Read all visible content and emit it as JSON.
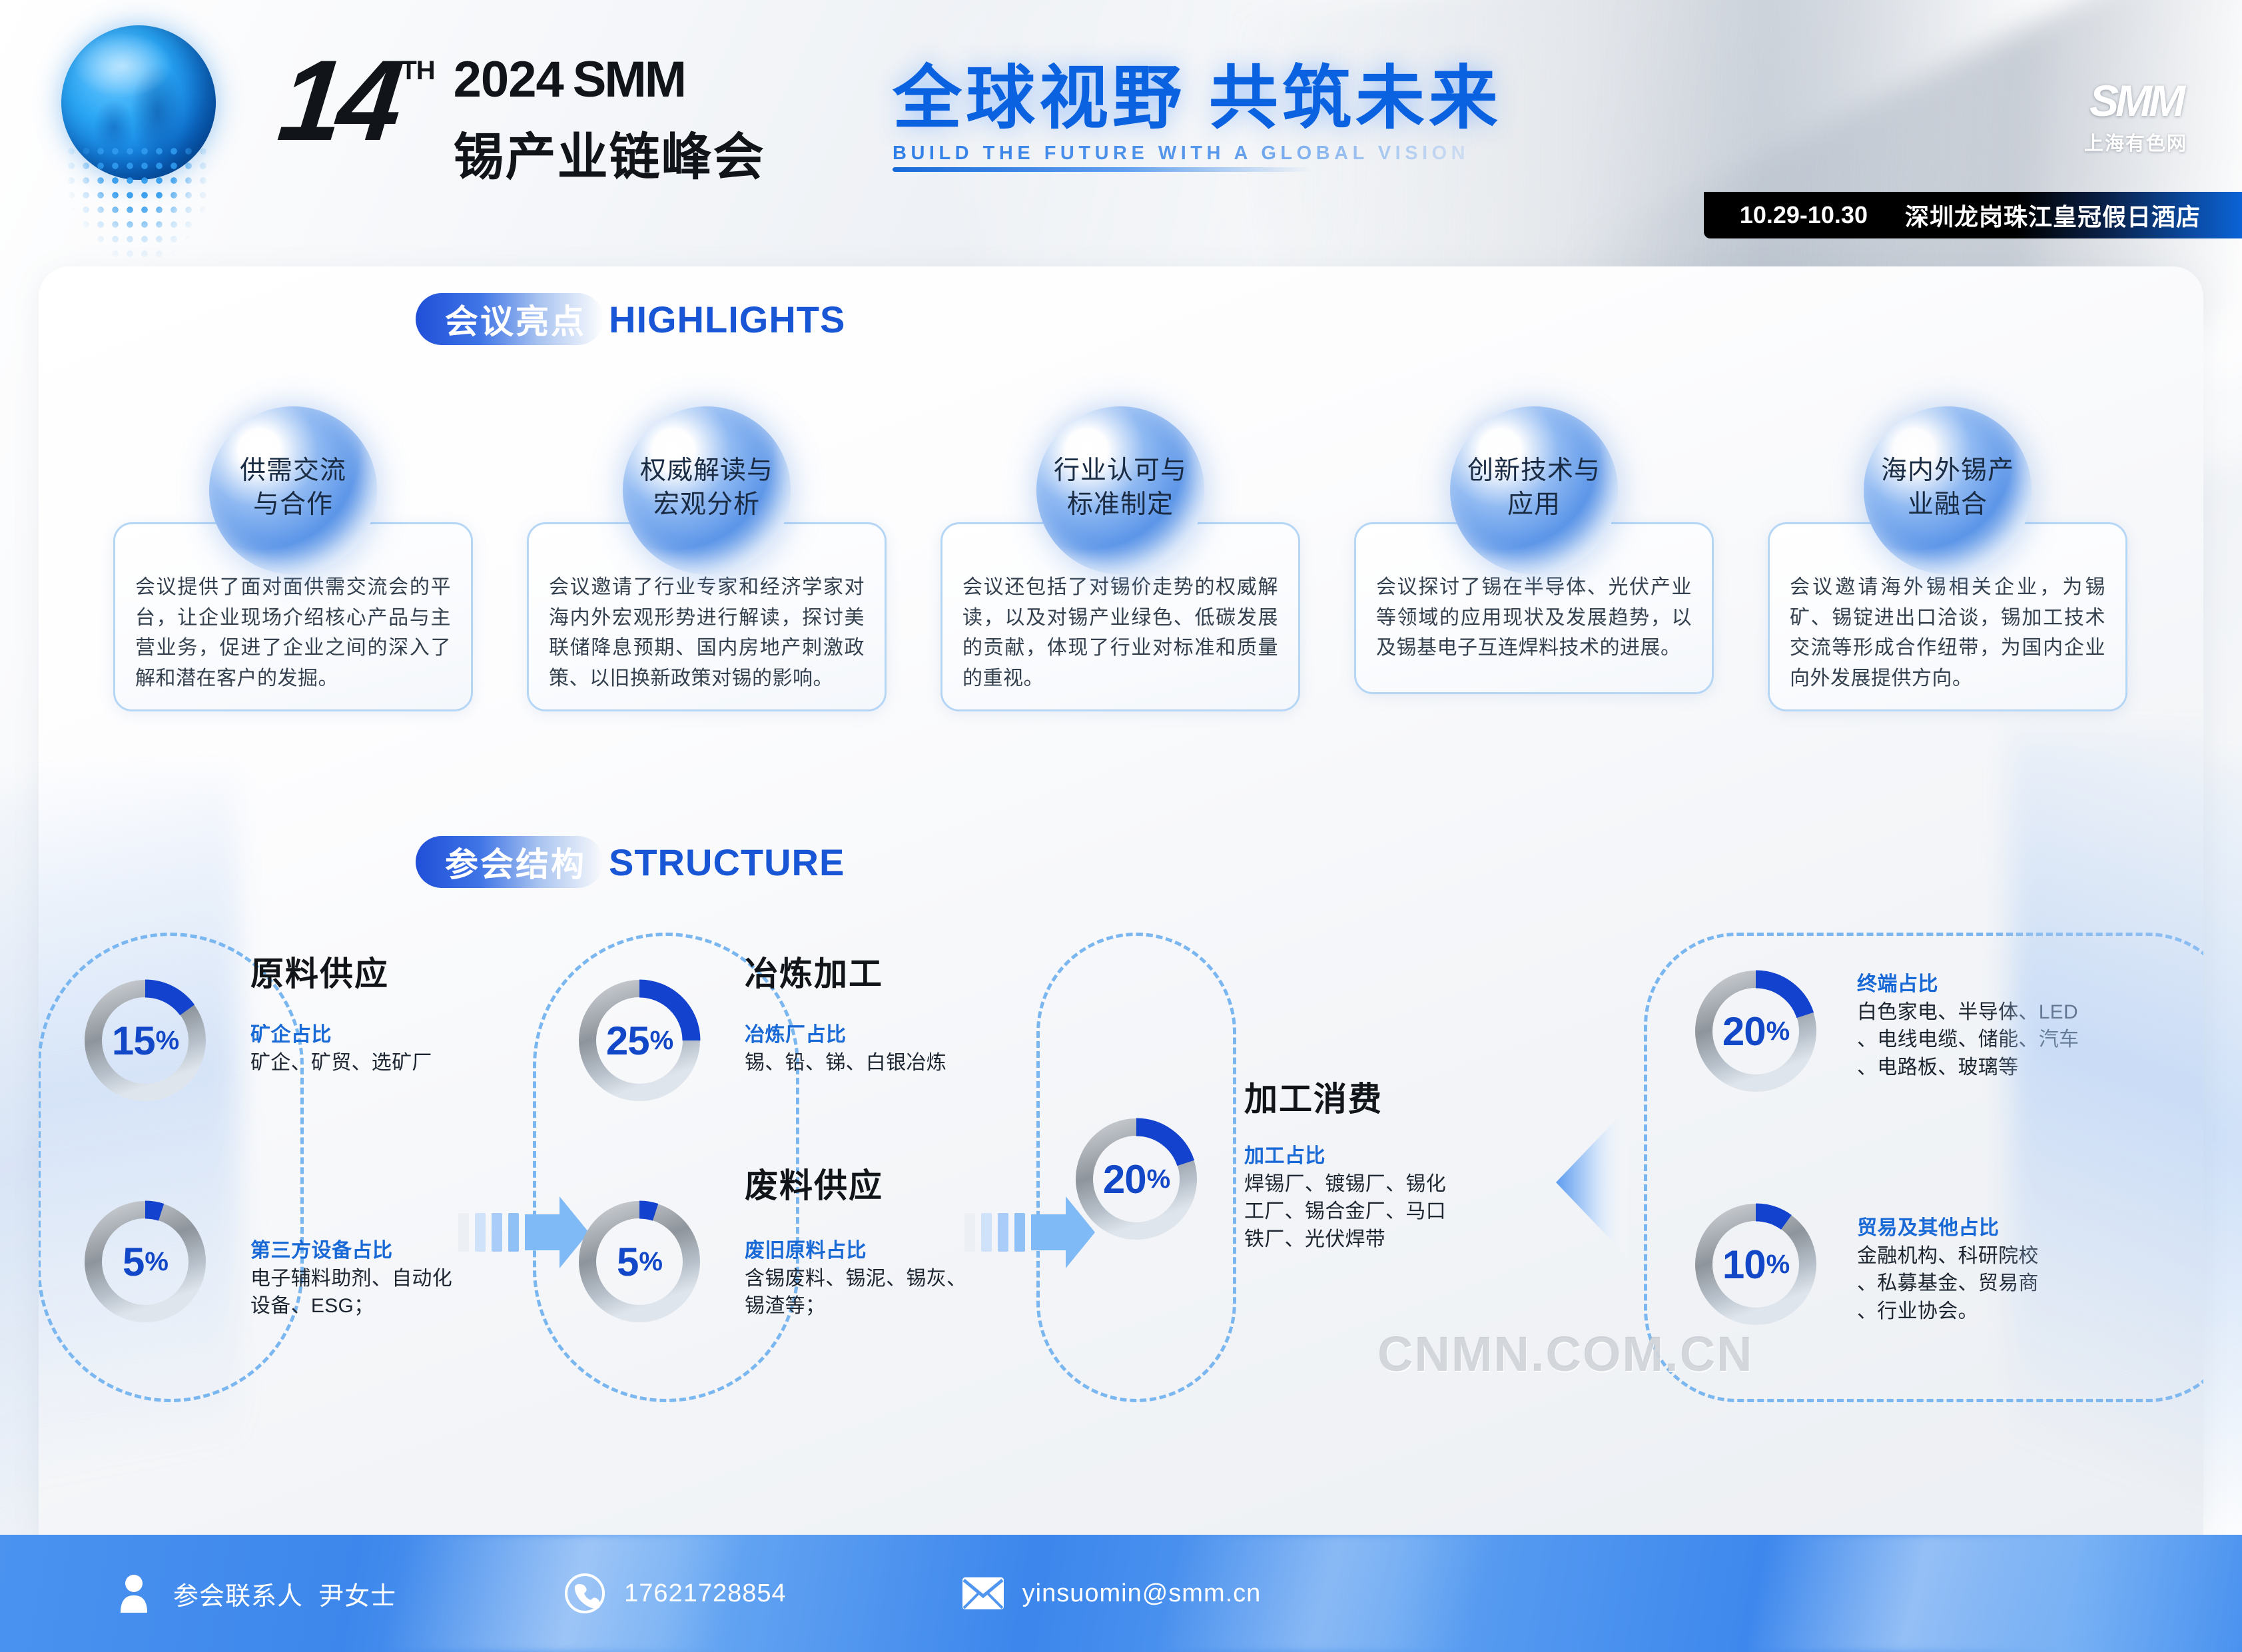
{
  "header": {
    "edition_number": "14",
    "edition_suffix": "TH",
    "year_brand": "2024",
    "brand": "SMM",
    "title_cn": "锡产业链峰会",
    "slogan_cn": "全球视野  共筑未来",
    "slogan_en": "BUILD THE FUTURE WITH A GLOBAL VISION",
    "org_mark": "SMM",
    "org_cn": "上海有色网",
    "date": "10.29-10.30",
    "venue": "深圳龙岗珠江皇冠假日酒店"
  },
  "highlights": {
    "section_cn": "会议亮点",
    "section_en": "HIGHLIGHTS",
    "items": [
      {
        "bubble": "供需交流\n与合作",
        "text": "会议提供了面对面供需交流会的平台，让企业现场介绍核心产品与主营业务，促进了企业之间的深入了解和潜在客户的发掘。"
      },
      {
        "bubble": "权威解读与\n宏观分析",
        "text": "会议邀请了行业专家和经济学家对海内外宏观形势进行解读，探讨美联储降息预期、国内房地产刺激政策、以旧换新政策对锡的影响。"
      },
      {
        "bubble": "行业认可与\n标准制定",
        "text": "会议还包括了对锡价走势的权威解读，以及对锡产业绿色、低碳发展的贡献，体现了行业对标准和质量的重视。"
      },
      {
        "bubble": "创新技术与\n应用",
        "text": "会议探讨了锡在半导体、光伏产业等领域的应用现状及发展趋势，以及锡基电子互连焊料技术的进展。"
      },
      {
        "bubble": "海内外锡产\n业融合",
        "text": "会议邀请海外锡相关企业，为锡矿、锡锭进出口洽谈，锡加工技术交流等形成合作纽带，为国内企业向外发展提供方向。"
      }
    ]
  },
  "structure": {
    "section_cn": "参会结构",
    "section_en": "STRUCTURE",
    "watermark": "CNMN.COM.CN",
    "stages": [
      {
        "title": "原料供应",
        "entries": [
          {
            "percent": "15",
            "unit": "%",
            "label": "矿企占比",
            "desc": "矿企、矿贸、选矿厂"
          },
          {
            "percent": "5",
            "unit": "%",
            "label": "第三方设备占比",
            "desc": "电子辅料助剂、自动化\n设备、ESG；"
          }
        ]
      },
      {
        "title": "冶炼加工",
        "title2": "废料供应",
        "entries": [
          {
            "percent": "25",
            "unit": "%",
            "label": "冶炼厂占比",
            "desc": "锡、铅、锑、白银冶炼"
          },
          {
            "percent": "5",
            "unit": "%",
            "label": "废旧原料占比",
            "desc": "含锡废料、锡泥、锡灰、\n锡渣等；"
          }
        ]
      },
      {
        "title": "加工消费",
        "entries": [
          {
            "percent": "20",
            "unit": "%",
            "label": "加工占比",
            "desc": "焊锡厂、镀锡厂、锡化\n工厂、锡合金厂、马口\n铁厂、光伏焊带"
          }
        ]
      },
      {
        "title": "",
        "entries": [
          {
            "percent": "20",
            "unit": "%",
            "label": "终端占比",
            "desc": "白色家电、半导体、LED\n、电线电缆、储能、汽车\n、电路板、玻璃等"
          },
          {
            "percent": "10",
            "unit": "%",
            "label": "贸易及其他占比",
            "desc": "金融机构、科研院校\n、私募基金、贸易商\n、行业协会。"
          }
        ]
      }
    ]
  },
  "footer": {
    "contact_label": "参会联系人",
    "contact_name": "尹女士",
    "phone": "17621728854",
    "email": "yinsuomin@smm.cn"
  },
  "chart_data": {
    "type": "pie",
    "title": "参会结构 STRUCTURE",
    "categories": [
      "矿企占比",
      "第三方设备占比",
      "冶炼厂占比",
      "废旧原料占比",
      "加工占比",
      "终端占比",
      "贸易及其他占比"
    ],
    "values": [
      15,
      5,
      25,
      5,
      20,
      20,
      10
    ],
    "unit": "%",
    "ylim": [
      0,
      100
    ]
  }
}
